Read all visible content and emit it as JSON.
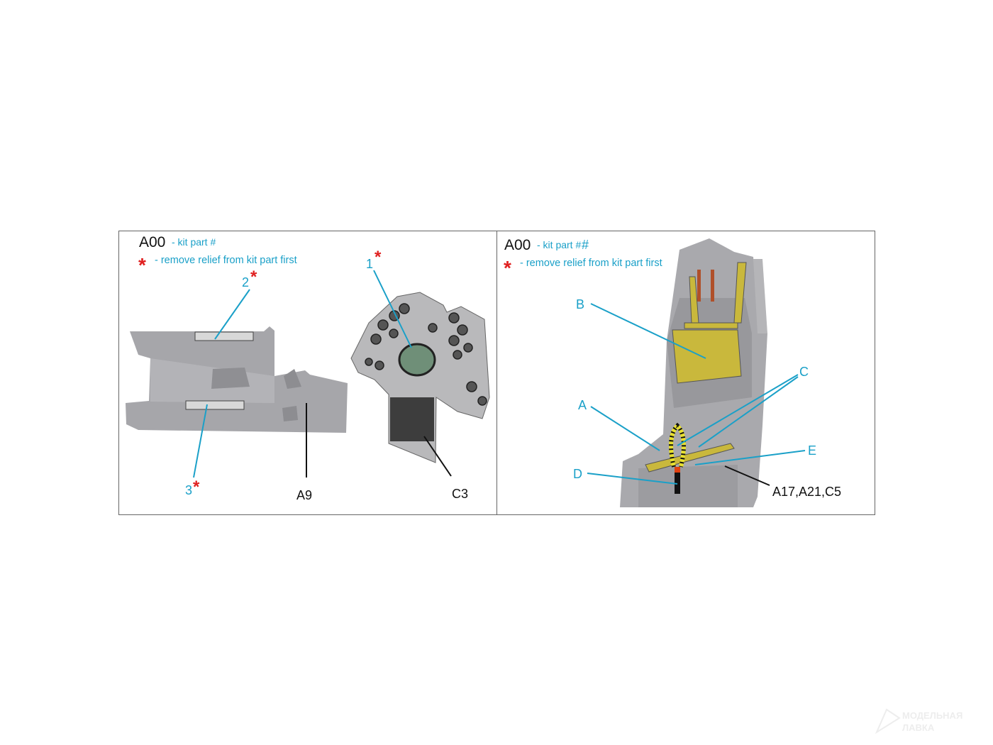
{
  "colors": {
    "accent": "#1aa0c8",
    "star": "#e02020",
    "resin": "#a9a9ad",
    "belt": "#c9b83c"
  },
  "left_panel": {
    "legend": {
      "part_code": "A00",
      "part_desc": "- kit part #",
      "star": "*",
      "star_desc": "- remove relief from kit part first"
    },
    "callouts": [
      {
        "label": "2",
        "star": "*"
      },
      {
        "label": "3",
        "star": "*"
      },
      {
        "label": "1",
        "star": "*"
      }
    ],
    "parts": [
      "A9",
      "C3"
    ]
  },
  "right_panel": {
    "legend": {
      "part_code": "A00",
      "part_desc": "- kit part #",
      "hash": "#",
      "star": "*",
      "star_desc": "- remove relief from kit part first"
    },
    "callouts": [
      "B",
      "C",
      "A",
      "E",
      "D"
    ],
    "parts": [
      "A17,A21,C5"
    ]
  },
  "watermark": {
    "line1": "МОДЕЛЬНАЯ",
    "line2": "ЛАВКА"
  }
}
